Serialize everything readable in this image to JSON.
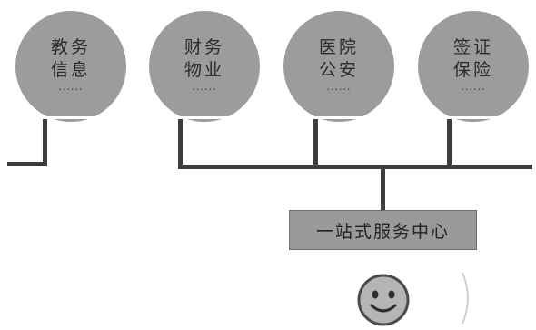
{
  "diagram": {
    "nodes": [
      {
        "id": "education",
        "line1": "教务",
        "line2": "信息",
        "dots": "······"
      },
      {
        "id": "finance",
        "line1": "财务",
        "line2": "物业",
        "dots": "······"
      },
      {
        "id": "hospital",
        "line1": "医院",
        "line2": "公安",
        "dots": "······"
      },
      {
        "id": "visa",
        "line1": "签证",
        "line2": "保险",
        "dots": "······"
      }
    ],
    "hub": {
      "label": "一站式服务中心"
    },
    "user_icon": "smiley-face-icon"
  },
  "colors": {
    "circle_fill": "#9c9c9c",
    "hub_fill": "#9a9a9a",
    "wire": "#3d3d3d"
  }
}
